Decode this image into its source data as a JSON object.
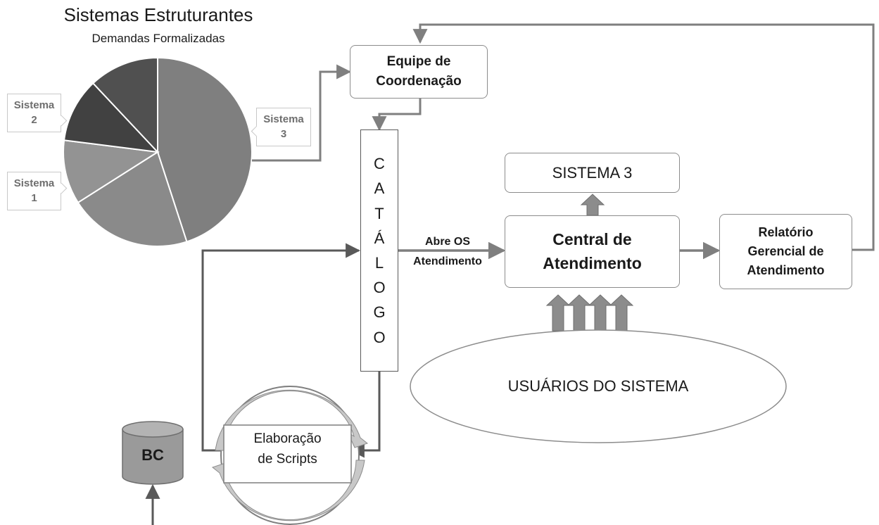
{
  "pie_chart": {
    "title": "Sistemas Estruturantes",
    "subtitle": "Demandas Formalizadas",
    "callouts": [
      {
        "line1": "Sistema",
        "line2": "2"
      },
      {
        "line1": "Sistema",
        "line2": "1"
      },
      {
        "line1": "Sistema",
        "line2": "3"
      }
    ],
    "slices": [
      {
        "name": "Sistema 3",
        "value": 45,
        "color": "#7f7f7f"
      },
      {
        "name": "",
        "value": 21,
        "color": "#8a8a8a"
      },
      {
        "name": "Sistema 1",
        "value": 11,
        "color": "#939393"
      },
      {
        "name": "Sistema 2",
        "value": 11,
        "color": "#414141"
      },
      {
        "name": "",
        "value": 12,
        "color": "#505050"
      }
    ]
  },
  "nodes": {
    "equipe": {
      "line1": "Equipe de",
      "line2": "Coordenação"
    },
    "catalogo": [
      "C",
      "A",
      "T",
      "Á",
      "L",
      "O",
      "G",
      "O"
    ],
    "sistema3": "SISTEMA 3",
    "central": {
      "line1": "Central de",
      "line2": "Atendimento"
    },
    "relatorio": {
      "line1": "Relatório",
      "line2": "Gerencial de",
      "line3": "Atendimento"
    },
    "usuarios": "USUÁRIOS DO SISTEMA",
    "scripts": {
      "line1": "Elaboração",
      "line2": "de Scripts"
    },
    "bc": "BC"
  },
  "edge_labels": {
    "abre_os": {
      "line1": "Abre OS",
      "line2": "Atendimento"
    }
  },
  "colors": {
    "line": "#7f7f7f",
    "border": "#8c8c8c",
    "dark": "#595959"
  }
}
